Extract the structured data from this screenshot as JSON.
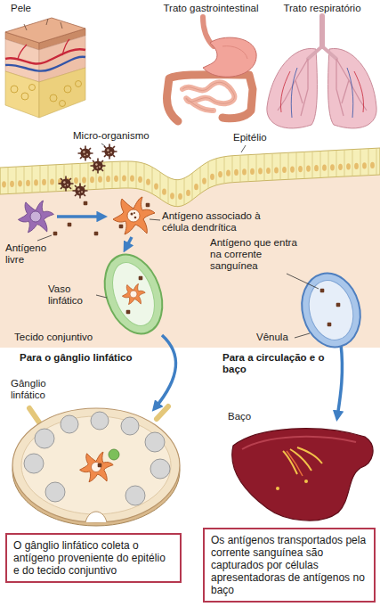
{
  "diagram": {
    "nodes": [
      {
        "text": [
          "O gânglio linfático coleta o antígeno proveniente do epitélio e do tecido conjuntivo"
        ]
      },
      {
        "text": [
          "Os antígenos transportados pela corrente sanguínea são capturados por células apresentadoras de antígenos no baço"
        ]
      }
    ],
    "labels": [
      "Pele",
      "Trato gastrointestinal",
      "Trato respiratório",
      "Micro-organismo",
      "Epitélio",
      "Antígeno associado à célula dendrítica",
      "Antígeno livre",
      "Vaso linfático",
      "Antígeno que entra na corrente sanguínea",
      "Vênula",
      "Tecido conjuntivo",
      "Para o gânglio linfático",
      "Para a circulação e o baço",
      "Gânglio linfático",
      "Baço"
    ]
  }
}
